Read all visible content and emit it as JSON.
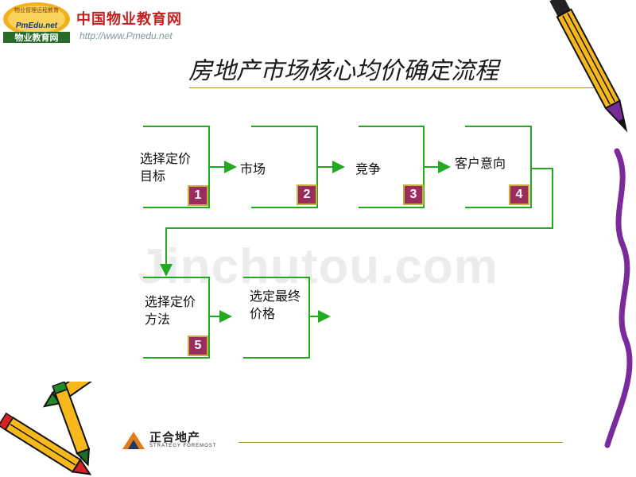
{
  "header": {
    "logo_text_top": "物业管理远程教育",
    "logo_text_mid": "PmEdu.net",
    "logo_text_bottom": "物业教育网",
    "site_name": "中国物业教育网",
    "site_url": "http://www.Pmedu.net"
  },
  "title": "房地产市场核心均价确定流程",
  "steps": [
    {
      "line1": "选择定价",
      "line2": "目标",
      "number": "1"
    },
    {
      "line1": "市场",
      "line2": "",
      "number": "2"
    },
    {
      "line1": "竞争",
      "line2": "",
      "number": "3"
    },
    {
      "line1": "客户意向",
      "line2": "",
      "number": "4"
    },
    {
      "line1": "选择定价",
      "line2": "方法",
      "number": "5"
    },
    {
      "line1": "选定最终",
      "line2": "价格",
      "number": ""
    }
  ],
  "watermark": "Jinchutou.com",
  "brand": {
    "name": "正合地产",
    "tagline": "STRATEGY FOREMOST"
  },
  "colors": {
    "arrow": "#22aa22",
    "bracket": "#22aa22",
    "badge": "#9a2d5c",
    "title_rule": "#b08a3a"
  }
}
